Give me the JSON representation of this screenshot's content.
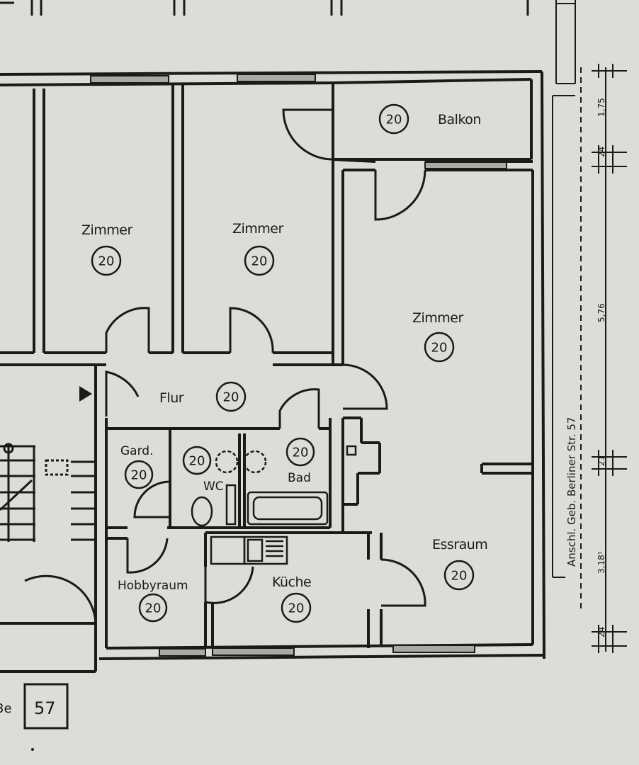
{
  "colors": {
    "paper": "#dcdcd8",
    "ink": "#1a1a1a",
    "wall_fill": "#bdbdb8"
  },
  "rooms": [
    {
      "name": "Zimmer",
      "number": "20"
    },
    {
      "name": "Zimmer",
      "number": "20"
    },
    {
      "name": "Zimmer",
      "number": "20"
    },
    {
      "name": "Balkon",
      "number": "20"
    },
    {
      "name": "Flur",
      "number": "20"
    },
    {
      "name": "Gard.",
      "number": "20"
    },
    {
      "name": "WC",
      "number": "20"
    },
    {
      "name": "Bad",
      "number": "20"
    },
    {
      "name": "Essraum",
      "number": "20"
    },
    {
      "name": "Hobbyraum",
      "number": "20"
    },
    {
      "name": "Küche",
      "number": "20"
    }
  ],
  "dimensions": {
    "d1": "1,75",
    "d2": "24",
    "d3": "5,76",
    "d4": "21",
    "d5": "3,18⁵",
    "d6": "24"
  },
  "street_note": "Anschl. Geb. Berliner Str. 57",
  "building_number": "57",
  "cut_text": "3e"
}
